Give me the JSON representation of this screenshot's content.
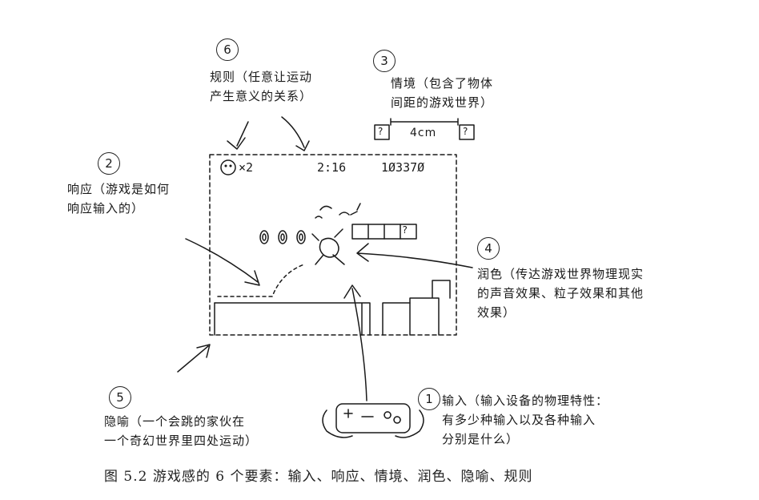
{
  "elements": {
    "rules": {
      "number": "6",
      "line1": "规则（任意让运动",
      "line2": "产生意义的关系）"
    },
    "context": {
      "number": "3",
      "line1": "情境（包含了物体",
      "line2": "间距的游戏世界）",
      "distance": "4cm",
      "block": "?"
    },
    "response": {
      "number": "2",
      "line1": "响应（游戏是如何",
      "line2": "响应输入的）"
    },
    "polish": {
      "number": "4",
      "line1": "润色（传达游戏世界物理现实",
      "line2": "的声音效果、粒子效果和其他",
      "line3": "效果）"
    },
    "metaphor": {
      "number": "5",
      "line1": "隐喻（一个会跳的家伙在",
      "line2": "一个奇幻世界里四处运动）"
    },
    "input": {
      "number": "1",
      "line1": "输入（输入设备的物理特性：",
      "line2": "有多少种输入以及各种输入",
      "line3": "分别是什么）"
    }
  },
  "game_screen": {
    "lives": "×2",
    "time": "2:16",
    "score": "1Ø337Ø",
    "block": "?"
  },
  "caption": "图 5.2   游戏感的 6 个要素：输入、响应、情境、润色、隐喻、规则"
}
